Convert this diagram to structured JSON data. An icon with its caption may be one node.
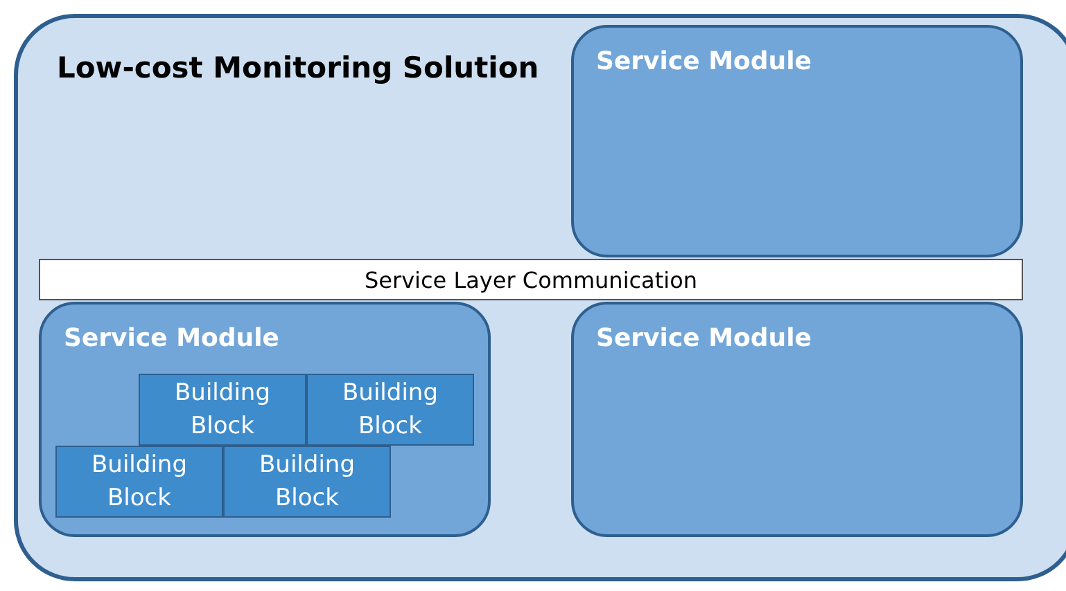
{
  "diagram": {
    "nodes": [
      {
        "text": [
          "Low-cost Monitoring Solution"
        ]
      },
      {
        "text": [
          "Service Module"
        ],
        "in": 0
      },
      {
        "text": [
          "Service Layer Communication"
        ],
        "in": 0
      },
      {
        "text": [
          "Service Module"
        ],
        "in": 0
      },
      {
        "text": [
          "Building Block"
        ],
        "in": 3
      },
      {
        "text": [
          "Building Block"
        ],
        "in": 3
      },
      {
        "text": [
          "Building Block"
        ],
        "in": 3
      },
      {
        "text": [
          "Building Block"
        ],
        "in": 3
      },
      {
        "text": [
          "Service Module"
        ],
        "in": 0
      }
    ],
    "edges": []
  }
}
